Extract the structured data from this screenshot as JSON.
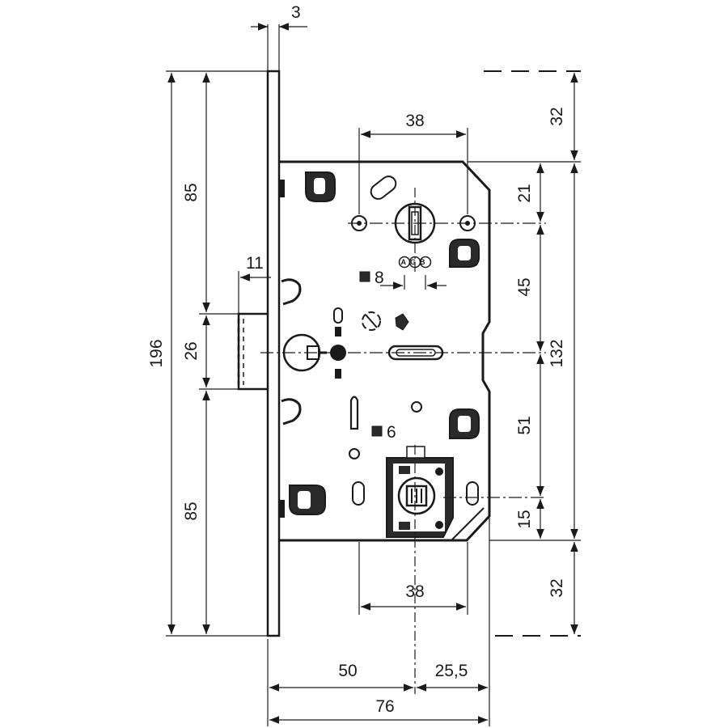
{
  "dimensions": {
    "faceplate_thickness": "3",
    "total_height": "196",
    "upper_height": "85",
    "lower_height": "85",
    "latch_height": "26",
    "latch_projection": "11",
    "spindle_distance_top": "38",
    "spindle_distance_bottom": "38",
    "top_offset_right": "32",
    "bottom_offset_right": "32",
    "top_spindle_offset": "21",
    "upper_spacing": "45",
    "case_height": "132",
    "lower_spacing": "51",
    "bottom_spindle_offset": "15",
    "backset": "50",
    "spindle_to_edge": "25,5",
    "case_depth": "76",
    "upper_square": "8",
    "lower_square": "6"
  },
  "spindle_code": "AGB"
}
